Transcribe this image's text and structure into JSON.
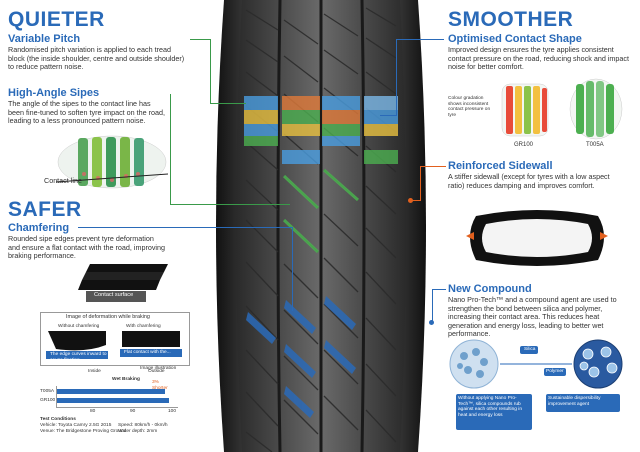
{
  "quieter": {
    "title": "QUIETER",
    "variable_pitch": {
      "heading": "Variable Pitch",
      "body": "Randomised pitch variation is applied to each tread block (the inside shoulder, centre and outside shoulder) to reduce pattern noise."
    },
    "high_angle_sipes": {
      "heading": "High-Angle Sipes",
      "body": "The angle of the sipes to the contact line has been fine-tuned to soften tyre impact on the road, leading to a less pronounced pattern noise.",
      "contact_line_label": "Contact line"
    }
  },
  "safer": {
    "title": "SAFER",
    "chamfering": {
      "heading": "Chamfering",
      "body": "Rounded sipe edges prevent tyre deformation and ensure a flat contact with the road, improving braking performance.",
      "contact_surface_label": "Contact surface",
      "deformation_title": "Image of deformation while braking",
      "without_label": "Without chamfering",
      "with_label": "With chamfering",
      "edge_curve_note": "The edge curves inward to cause floating",
      "flat_contact_note": "Flat contact with the...",
      "image_illustration": "Image illustration"
    },
    "braking_chart": {
      "title": "Wet Braking",
      "inside_label": "Inside",
      "outside_label": "Outside",
      "shorter_label": "3% Shorter",
      "rows": [
        "T005A",
        "GR100"
      ],
      "ticks": [
        "80",
        "90",
        "100"
      ],
      "test_conditions_title": "Test Conditions",
      "vehicle": "Vehicle: Toyota Camry 2.5G 2015",
      "venue": "Venue: The Bridgestone Proving Ground",
      "speed": "Speed: 80km/h - 0km/h",
      "water_depth": "Water depth: 2mm"
    }
  },
  "smoother": {
    "title": "SMOOTHER",
    "contact_shape": {
      "heading": "Optimised Contact Shape",
      "body": "Improved design ensures the tyre applies consistent contact pressure on the road, reducing shock and impact noise for better comfort.",
      "gradation_note": "Colour gradation shows inconsistent contact pressure on tyre",
      "label_left": "GR100",
      "label_right": "T005A"
    },
    "reinforced_sidewall": {
      "heading": "Reinforced Sidewall",
      "body": "A stiffer sidewall (except for tyres with a low aspect ratio) reduces damping and improves comfort."
    },
    "new_compound": {
      "heading": "New Compound",
      "body": "Nano Pro-Tech™ and a compound agent are used to strengthen the bond between silica and polymer, increasing their contact area. This reduces heat generation and energy loss, leading to better wet performance.",
      "silica_label": "Silica",
      "polymer_label": "Polymer",
      "without_note": "Without applying Nano Pro-Tech™, silica compounds rub against each other resulting in heat and energy loss",
      "with_note": "Sustainable dispersibility improvement agent"
    }
  },
  "colors": {
    "accent_blue": "#2a6ab8",
    "accent_green": "#3a9a4a",
    "accent_orange": "#e2601e"
  }
}
